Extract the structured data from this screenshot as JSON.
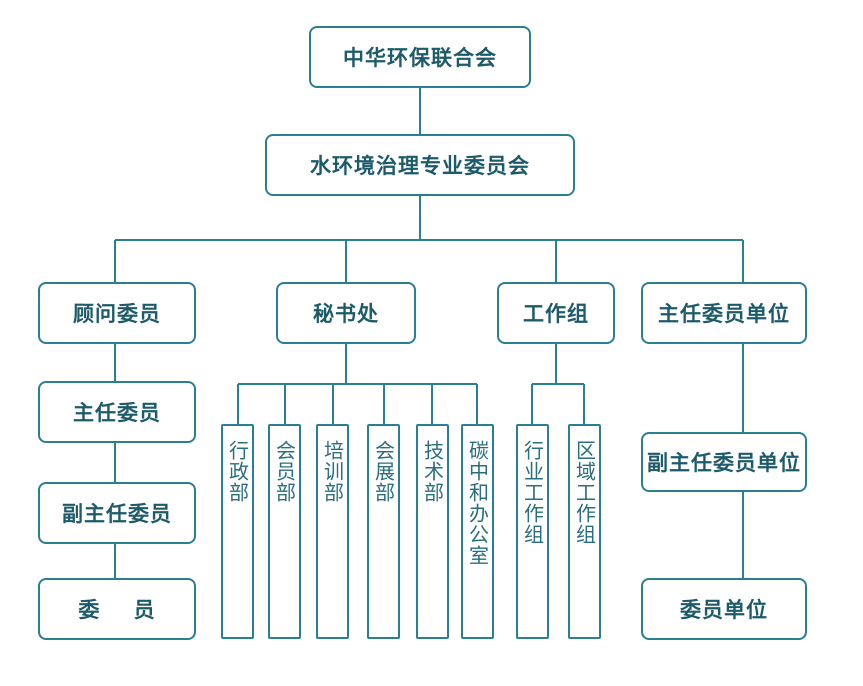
{
  "root": "中华环保联合会",
  "committee": "水环境治理专业委员会",
  "branches": {
    "advisors": {
      "label": "顾问委员",
      "children": [
        "主任委员",
        "副主任委员",
        "委    员"
      ]
    },
    "secretariat": {
      "label": "秘书处",
      "children": [
        "行政部",
        "会员部",
        "培训部",
        "会展部",
        "技术部",
        "碳中和办公室"
      ]
    },
    "working_group": {
      "label": "工作组",
      "children": [
        "行业工作组",
        "区域工作组"
      ]
    },
    "member_units": {
      "label": "主任委员单位",
      "children": [
        "副主任委员单位",
        "委员单位"
      ]
    }
  },
  "colors": {
    "line": "#2a7f90",
    "text": "#1e5b6a"
  }
}
